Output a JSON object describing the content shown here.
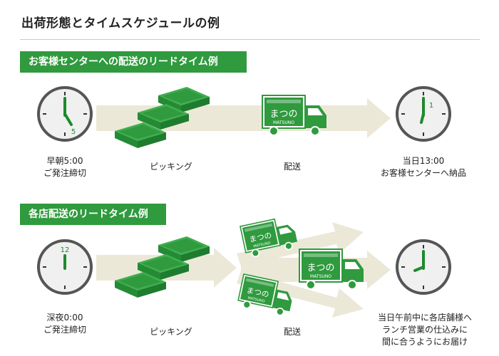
{
  "title": "出荷形態とタイムスケジュールの例",
  "sections": [
    {
      "heading": "お客様センターへの配送のリードタイム例",
      "start_clock_number": "5",
      "start_caption_line1": "早朝5:00",
      "start_caption_line2": "ご発注締切",
      "picking_label": "ピッキング",
      "delivery_label": "配送",
      "end_clock_number": "1",
      "end_caption_line1": "当日13:00",
      "end_caption_line2": "お客様センターへ納品"
    },
    {
      "heading": "各店配送のリードタイム例",
      "start_clock_number": "12",
      "start_caption_line1": "深夜0:00",
      "start_caption_line2": "ご発注締切",
      "picking_label": "ピッキング",
      "delivery_label": "配送",
      "end_caption_line1": "当日午前中に各店舗様へ",
      "end_caption_line2": "ランチ営業の仕込みに",
      "end_caption_line3": "間に合うようにお届け"
    }
  ],
  "truck_logo_text": "まつの",
  "truck_logo_sub": "MATSUNO",
  "colors": {
    "accent": "#2f9a3e",
    "arrow": "#ece8d8",
    "clock_hand": "#1e8a2f"
  }
}
